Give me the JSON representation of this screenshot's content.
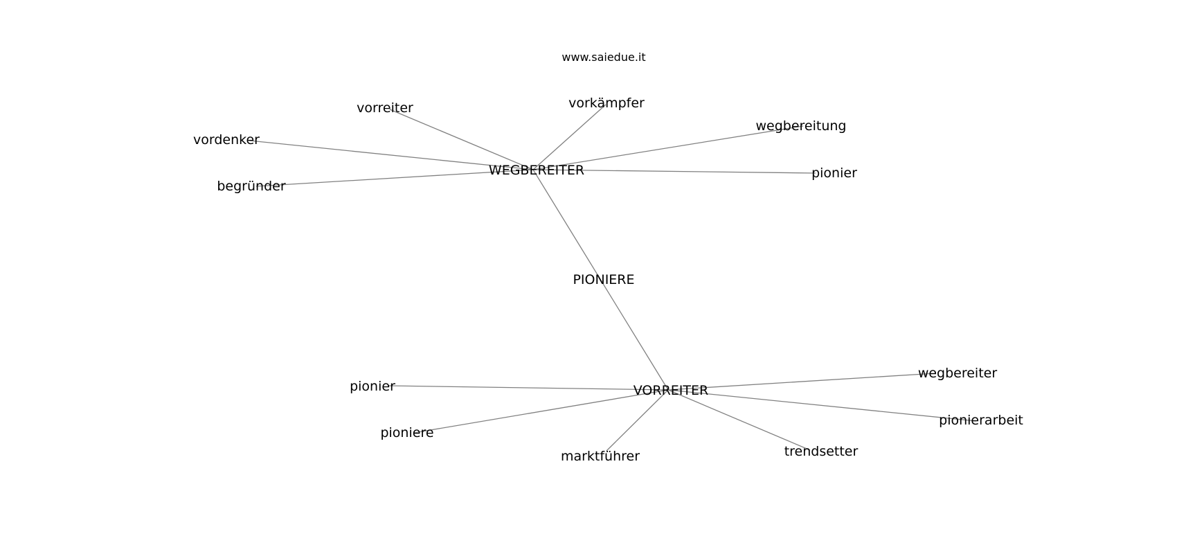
{
  "source": "www.saiedue.it",
  "center": {
    "label": "PIONIERE"
  },
  "hubs": [
    {
      "id": "wegbereiter",
      "label": "WEGBEREITER",
      "terms": [
        "vorreiter",
        "vorkämpfer",
        "wegbereitung",
        "vordenker",
        "begründer",
        "pionier"
      ]
    },
    {
      "id": "vorreiter",
      "label": "VORREITER",
      "terms": [
        "pionier",
        "wegbereiter",
        "pionierarbeit",
        "pioniere",
        "marktführer",
        "trendsetter"
      ]
    }
  ],
  "colors": {
    "edge": "#808080",
    "text": "#000000",
    "background": "#ffffff"
  }
}
